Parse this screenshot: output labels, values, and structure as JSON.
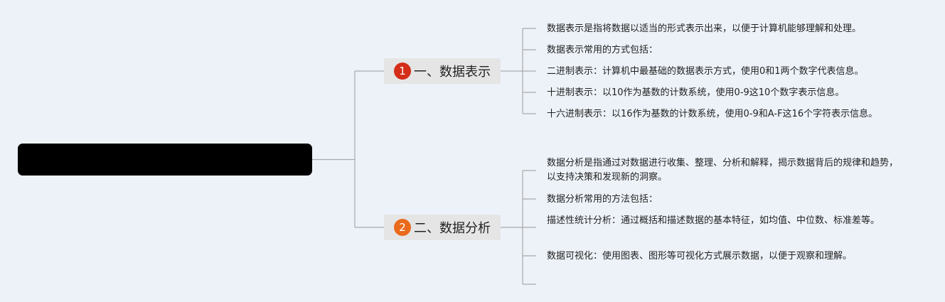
{
  "central_topic": "",
  "branches": [
    {
      "number": "1",
      "badge_color": "#d42e18",
      "label": "一、数据表示",
      "leaves": [
        "数据表示是指将数据以适当的形式表示出来，以便于计算机能够理解和处理。",
        "数据表示常用的方式包括：",
        "二进制表示：计算机中最基础的数据表示方式，使用0和1两个数字代表信息。",
        "十进制表示：以10作为基数的计数系统，使用0-9这10个数字表示信息。",
        "十六进制表示：以16作为基数的计数系统，使用0-9和A-F这16个字符表示信息。"
      ]
    },
    {
      "number": "2",
      "badge_color": "#ea6a1c",
      "label": "二、数据分析",
      "leaves": [
        "数据分析是指通过对数据进行收集、整理、分析和解释，揭示数据背后的规律和趋势，以支持决策和发现新的洞察。",
        "数据分析常用的方法包括：",
        "描述性统计分析：通过概括和描述数据的基本特征，如均值、中位数、标准差等。",
        "数据可视化：使用图表、图形等可视化方式展示数据，以便于观察和理解。",
        ""
      ]
    }
  ]
}
